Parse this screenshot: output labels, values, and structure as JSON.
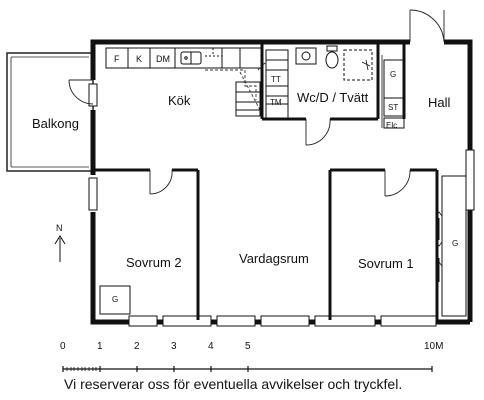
{
  "rooms": {
    "kitchen": "Kök",
    "balcony": "Balkong",
    "bathroom": "Wc/D / Tvätt",
    "hall": "Hall",
    "bedroom2": "Sovrum 2",
    "living": "Vardagsrum",
    "bedroom1": "Sovrum 1"
  },
  "fixtures": {
    "fridge": "F",
    "cooler": "K",
    "dishwasher": "DM",
    "tumble_dryer": "TT",
    "washer": "TM",
    "wardrobe_hall": "G",
    "storage": "ST",
    "electric_cabinet": "Elc",
    "wardrobe_bed2": "G",
    "wardrobe_bed1": "G"
  },
  "north_label": "N",
  "scale": {
    "ticks": [
      "0",
      "1",
      "2",
      "3",
      "4",
      "5",
      "10M"
    ]
  },
  "disclaimer": "Vi reserverar oss för eventuella avvikelser och tryckfel."
}
